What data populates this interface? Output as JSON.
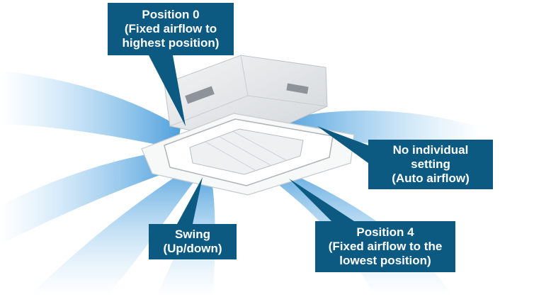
{
  "callouts": {
    "position0": {
      "line1": "Position 0",
      "line2": "(Fixed airflow to",
      "line3": "highest position)"
    },
    "auto": {
      "line1": "No individual",
      "line2": "setting",
      "line3": "(Auto airflow)"
    },
    "swing": {
      "line1": "Swing",
      "line2": "(Up/down)"
    },
    "position4": {
      "line1": "Position 4",
      "line2": "(Fixed airflow to the",
      "line3": "lowest position)"
    }
  },
  "colors": {
    "callout_fill": "#0c5a82",
    "airflow_blue": "#4fa8e0",
    "unit_gray": "#e6e8ea"
  },
  "icons": {
    "unit": "ceiling-cassette-ac-unit",
    "airflow": "airflow-streams"
  }
}
